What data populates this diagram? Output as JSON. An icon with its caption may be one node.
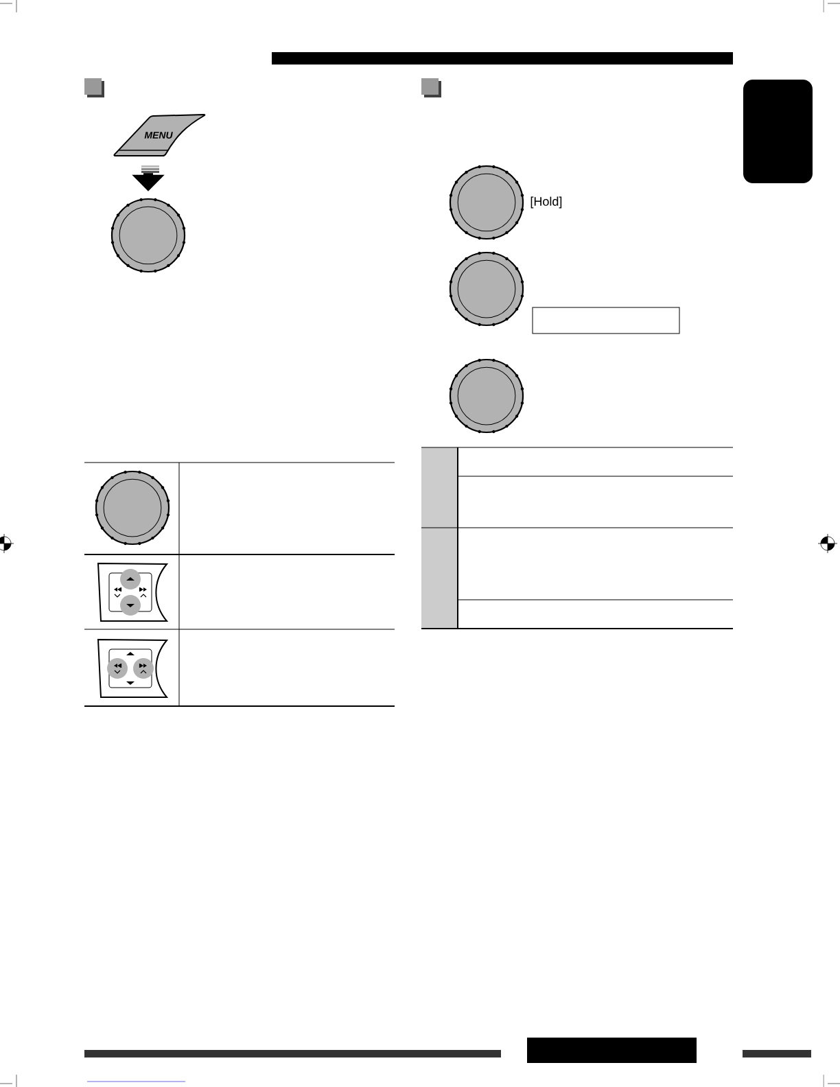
{
  "diagram": {
    "nodes": [
      {
        "text": [
          "MENU"
        ]
      },
      {
        "text": [],
        "shape": "circle"
      },
      {
        "text": [],
        "shape": "circle"
      },
      {
        "text": [],
        "shape": "box"
      },
      {
        "text": [],
        "shape": "circle",
        "beside": [
          "[Hold]"
        ]
      },
      {
        "text": [],
        "shape": "circle"
      },
      {
        "text": [],
        "shape": "box"
      },
      {
        "text": [],
        "shape": "circle"
      }
    ],
    "edges": [
      {
        "from": 0,
        "to": 1,
        "arrow": "to"
      }
    ]
  }
}
